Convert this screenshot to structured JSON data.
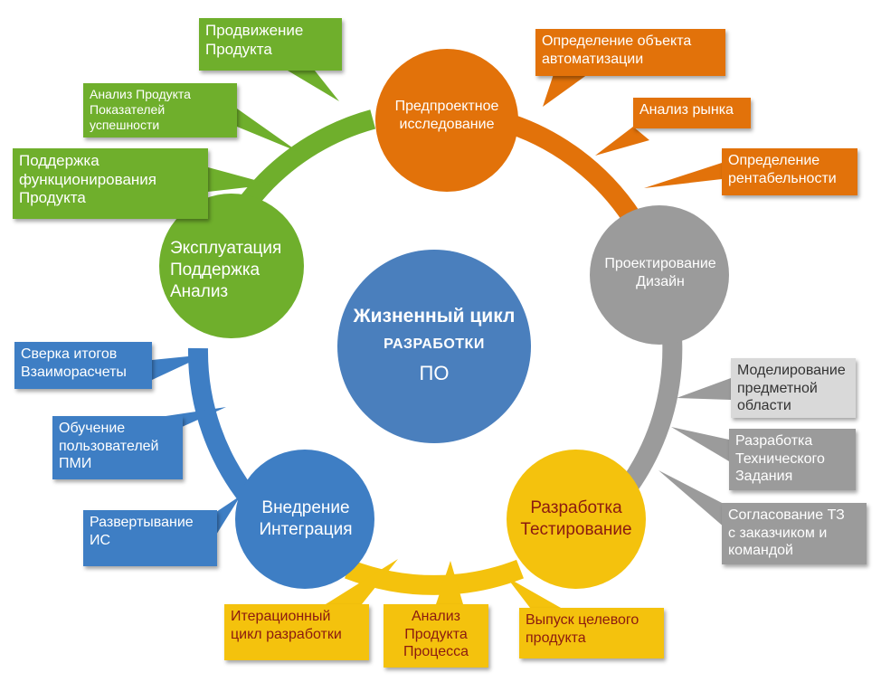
{
  "center": {
    "line1": "Жизненный цикл",
    "line2": "разработки",
    "line3": "ПО"
  },
  "phases": {
    "research": "Предпроектное\nисследование",
    "design": "Проектирование\nДизайн",
    "dev": "Разработка\nТестирование",
    "deploy": "Внедрение\nИнтеграция",
    "operation": "Эксплуатация\nПоддержка\nАнализ"
  },
  "callouts": {
    "green": [
      "Продвижение\nПродукта",
      "Анализ Продукта\nПоказателей\nуспешности",
      "Поддержка\nфункционирования\nПродукта"
    ],
    "orange": [
      "Определение объекта\nавтоматизации",
      "Анализ рынка",
      "Определение\nрентабельности"
    ],
    "gray": [
      "Моделирование\nпредметной\nобласти",
      "Разработка\nТехнического\nЗадания",
      "Согласование ТЗ\nс заказчиком и\nкомандой"
    ],
    "blue": [
      "Сверка итогов\nВзаиморасчеты",
      "Обучение\nпользователей\nПМИ",
      "Развертывание\nИС"
    ],
    "yellow": [
      "Итерационный\nцикл разработки",
      "Анализ\nПродукта\nПроцесса",
      "Выпуск целевого\nпродукта"
    ]
  },
  "colors": {
    "green": "#6faf2c",
    "orange": "#e2720a",
    "gray": "#9b9b9b",
    "yellow": "#f4c20d",
    "blue": "#3e7ec4",
    "center": "#4a7fbd"
  }
}
